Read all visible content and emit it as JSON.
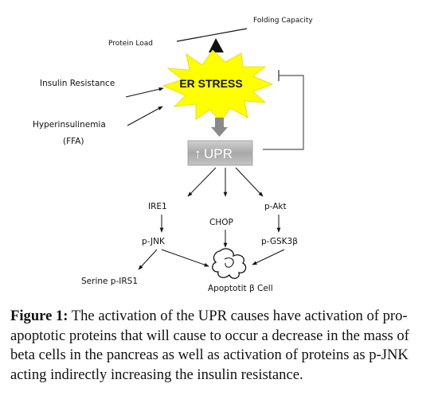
{
  "diagram": {
    "folding_capacity": "Folding Capacity",
    "protein_load": "Protein Load",
    "er_stress": "ER STRESS",
    "insulin_resistance": "Insulin Resistance",
    "hyperinsulinemia": "Hyperinsulinemia",
    "ffa": "(FFA)",
    "upr_arrow": "↑",
    "upr": "UPR",
    "ire1": "IRE1",
    "chop": "CHOP",
    "p_akt": "p-Akt",
    "p_jnk": "p-JNK",
    "p_gsk3b": "p-GSK3β",
    "serine_p_irs1": "Serine p-IRS1",
    "apoptotic_cell": "Apoptotit β Cell",
    "colors": {
      "star_fill": "#ffff00",
      "upr_box": "#b4b4b4",
      "arrow_gray": "#808080",
      "line": "#111111"
    }
  },
  "caption": {
    "label": "Figure 1:",
    "text": " The activation of the UPR causes have activation of pro-apoptotic proteins that will cause to occur a decrease in the mass of beta cells in the pancreas as well as activation of proteins as p-JNK acting indirectly increasing the insulin resistance."
  }
}
